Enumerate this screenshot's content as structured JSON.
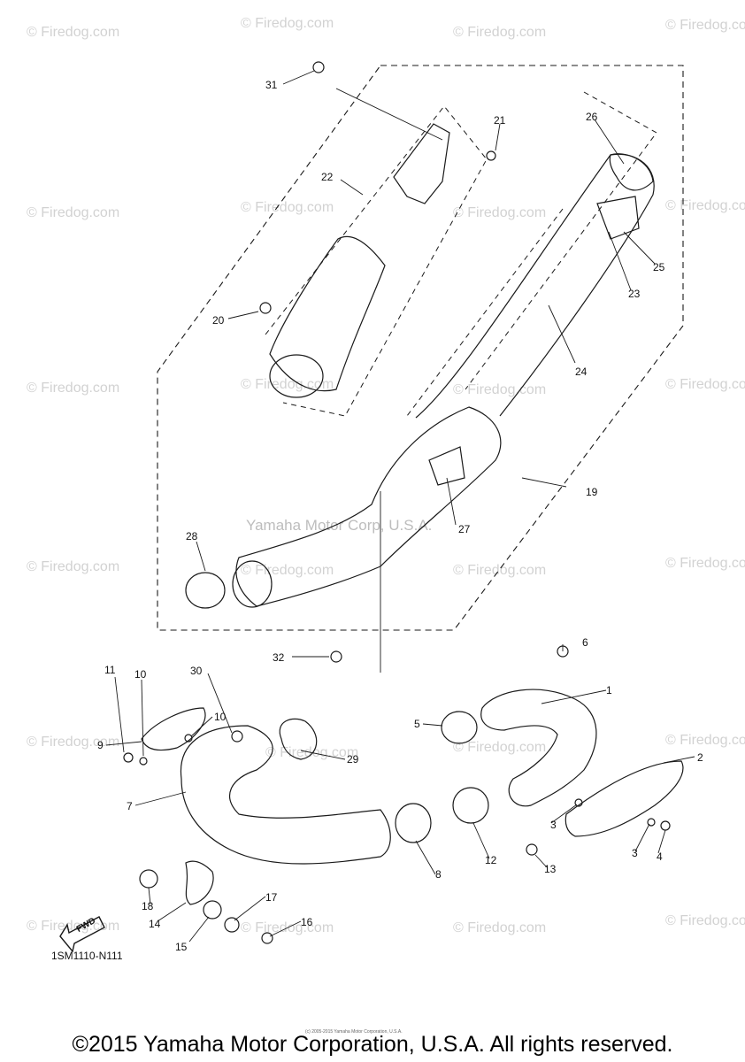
{
  "watermark": "© Firedog.com",
  "center_watermark": "Yamaha Motor Corp, U.S.A.",
  "part_numbers": [
    "31",
    "21",
    "26",
    "22",
    "20",
    "25",
    "23",
    "24",
    "19",
    "28",
    "27",
    "32",
    "6",
    "1",
    "11",
    "10",
    "30",
    "9",
    "10",
    "5",
    "29",
    "2",
    "7",
    "3",
    "3",
    "4",
    "12",
    "8",
    "18",
    "14",
    "13",
    "17",
    "16",
    "15"
  ],
  "diagram_code": "1SM1110-N111",
  "fwd_label": "FWD",
  "tiny_copyright": "(c) 2005-2015 Yamaha Motor Corporation, U.S.A.",
  "copyright": "©2015 Yamaha Motor Corporation, U.S.A. All rights reserved."
}
